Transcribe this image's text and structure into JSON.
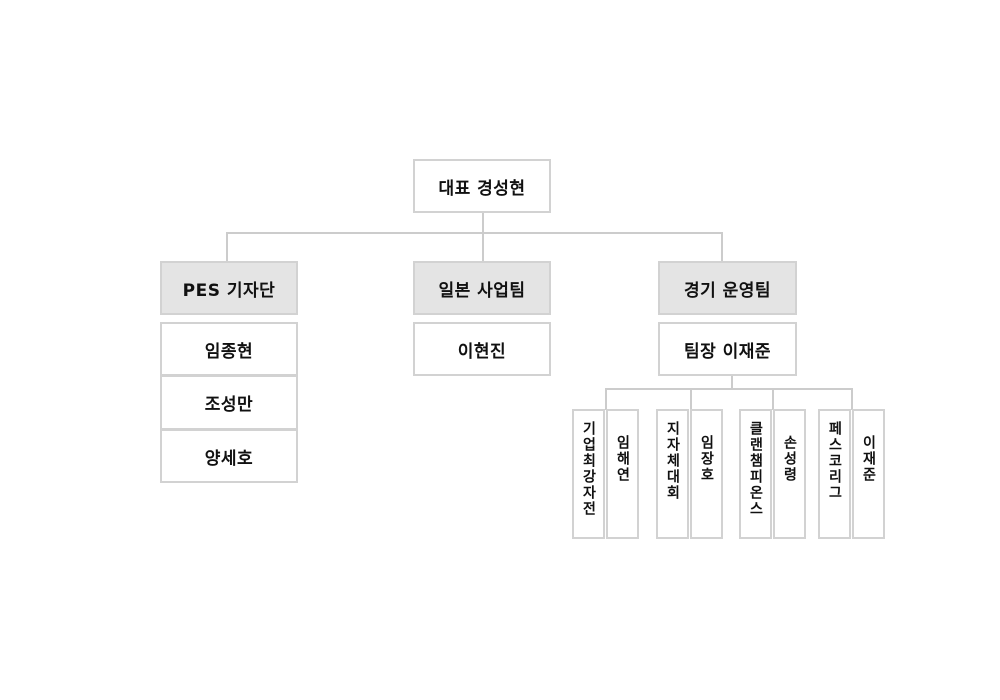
{
  "ceo": {
    "label": "대표 경성현"
  },
  "teams": {
    "pes": {
      "label": "PES 기자단",
      "members": [
        "임종현",
        "조성만",
        "양세호"
      ]
    },
    "japan": {
      "label": "일본 사업팀",
      "members": [
        "이현진"
      ]
    },
    "ops": {
      "label": "경기 운영팀",
      "leader": "팀장 이재준",
      "events": [
        {
          "name": "기업최강자전",
          "owner": "임해연"
        },
        {
          "name": "지자체대회",
          "owner": "임장호"
        },
        {
          "name": "클랜챔피온스",
          "owner": "손성령"
        },
        {
          "name": "페스코리그",
          "owner": "이재준"
        }
      ]
    }
  },
  "colors": {
    "border": "#d2d2d2",
    "header_fill": "#e4e4e4",
    "connector": "#cccccc"
  }
}
